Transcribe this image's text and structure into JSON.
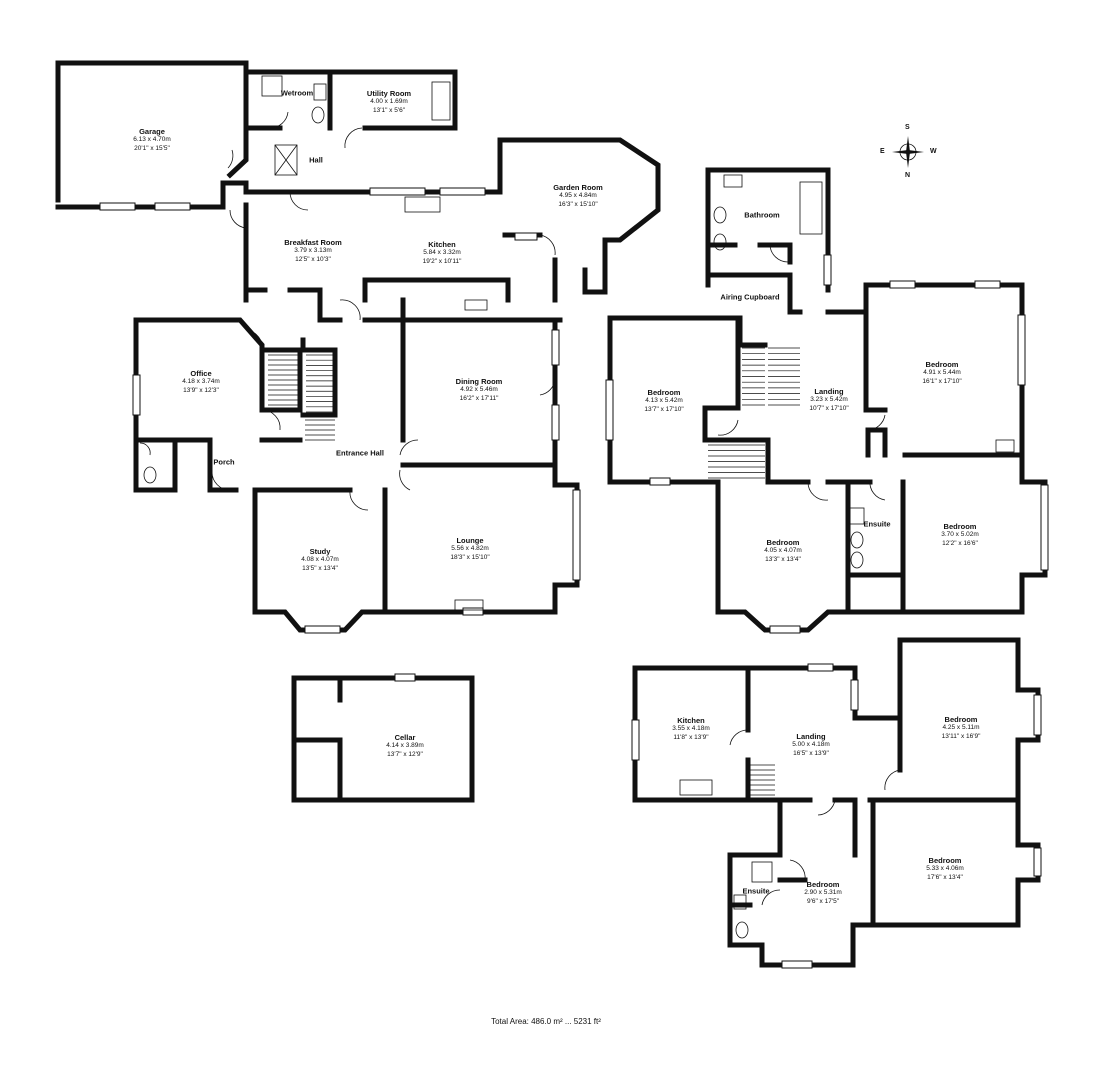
{
  "rooms": [
    {
      "id": "garage",
      "name": "Garage",
      "dims_m": "6.13 x 4.70m",
      "dims_ft": "20'1\" x 15'5\""
    },
    {
      "id": "wetroom",
      "name": "Wetroom",
      "dims_m": "",
      "dims_ft": ""
    },
    {
      "id": "utility",
      "name": "Utility Room",
      "dims_m": "4.00 x 1.69m",
      "dims_ft": "13'1\" x 5'6\""
    },
    {
      "id": "hall",
      "name": "Hall",
      "dims_m": "",
      "dims_ft": ""
    },
    {
      "id": "breakfast",
      "name": "Breakfast Room",
      "dims_m": "3.79 x 3.13m",
      "dims_ft": "12'5\" x 10'3\""
    },
    {
      "id": "kitchen_g",
      "name": "Kitchen",
      "dims_m": "5.84 x 3.32m",
      "dims_ft": "19'2\" x 10'11\""
    },
    {
      "id": "garden",
      "name": "Garden Room",
      "dims_m": "4.95 x 4.84m",
      "dims_ft": "16'3\" x 15'10\""
    },
    {
      "id": "office",
      "name": "Office",
      "dims_m": "4.18 x 3.74m",
      "dims_ft": "13'9\" x 12'3\""
    },
    {
      "id": "dining",
      "name": "Dining Room",
      "dims_m": "4.92 x 5.46m",
      "dims_ft": "16'2\" x 17'11\""
    },
    {
      "id": "entrance",
      "name": "Entrance Hall",
      "dims_m": "",
      "dims_ft": ""
    },
    {
      "id": "porch",
      "name": "Porch",
      "dims_m": "",
      "dims_ft": ""
    },
    {
      "id": "study",
      "name": "Study",
      "dims_m": "4.08 x 4.07m",
      "dims_ft": "13'5\" x 13'4\""
    },
    {
      "id": "lounge",
      "name": "Lounge",
      "dims_m": "5.56 x 4.82m",
      "dims_ft": "18'3\" x 15'10\""
    },
    {
      "id": "cellar",
      "name": "Cellar",
      "dims_m": "4.14 x 3.89m",
      "dims_ft": "13'7\" x 12'9\""
    },
    {
      "id": "bathroom",
      "name": "Bathroom",
      "dims_m": "",
      "dims_ft": ""
    },
    {
      "id": "airing",
      "name": "Airing Cupboard",
      "dims_m": "",
      "dims_ft": ""
    },
    {
      "id": "bed1",
      "name": "Bedroom",
      "dims_m": "4.13 x 5.42m",
      "dims_ft": "13'7\" x 17'10\""
    },
    {
      "id": "landing1",
      "name": "Landing",
      "dims_m": "3.23 x 5.42m",
      "dims_ft": "10'7\" x 17'10\""
    },
    {
      "id": "bed2",
      "name": "Bedroom",
      "dims_m": "4.91 x 5.44m",
      "dims_ft": "16'1\" x 17'10\""
    },
    {
      "id": "bed3",
      "name": "Bedroom",
      "dims_m": "4.05 x 4.07m",
      "dims_ft": "13'3\" x 13'4\""
    },
    {
      "id": "ensuite1",
      "name": "Ensuite",
      "dims_m": "",
      "dims_ft": ""
    },
    {
      "id": "bed4",
      "name": "Bedroom",
      "dims_m": "3.70 x 5.02m",
      "dims_ft": "12'2\" x 16'6\""
    },
    {
      "id": "kitchen_t",
      "name": "Kitchen",
      "dims_m": "3.55 x 4.18m",
      "dims_ft": "11'8\" x 13'9\""
    },
    {
      "id": "landing2",
      "name": "Landing",
      "dims_m": "5.00 x 4.18m",
      "dims_ft": "16'5\" x 13'9\""
    },
    {
      "id": "bed5",
      "name": "Bedroom",
      "dims_m": "4.25 x 5.11m",
      "dims_ft": "13'11\" x 16'9\""
    },
    {
      "id": "ensuite2",
      "name": "Ensuite",
      "dims_m": "",
      "dims_ft": ""
    },
    {
      "id": "bed6",
      "name": "Bedroom",
      "dims_m": "2.90 x 5.31m",
      "dims_ft": "9'6\" x 17'5\""
    },
    {
      "id": "bed7",
      "name": "Bedroom",
      "dims_m": "5.33 x 4.06m",
      "dims_ft": "17'6\" x 13'4\""
    }
  ],
  "total_area": "Total Area: 486.0 m² ... 5231 ft²",
  "compass": {
    "n": "N",
    "s": "S",
    "e": "E",
    "w": "W"
  }
}
